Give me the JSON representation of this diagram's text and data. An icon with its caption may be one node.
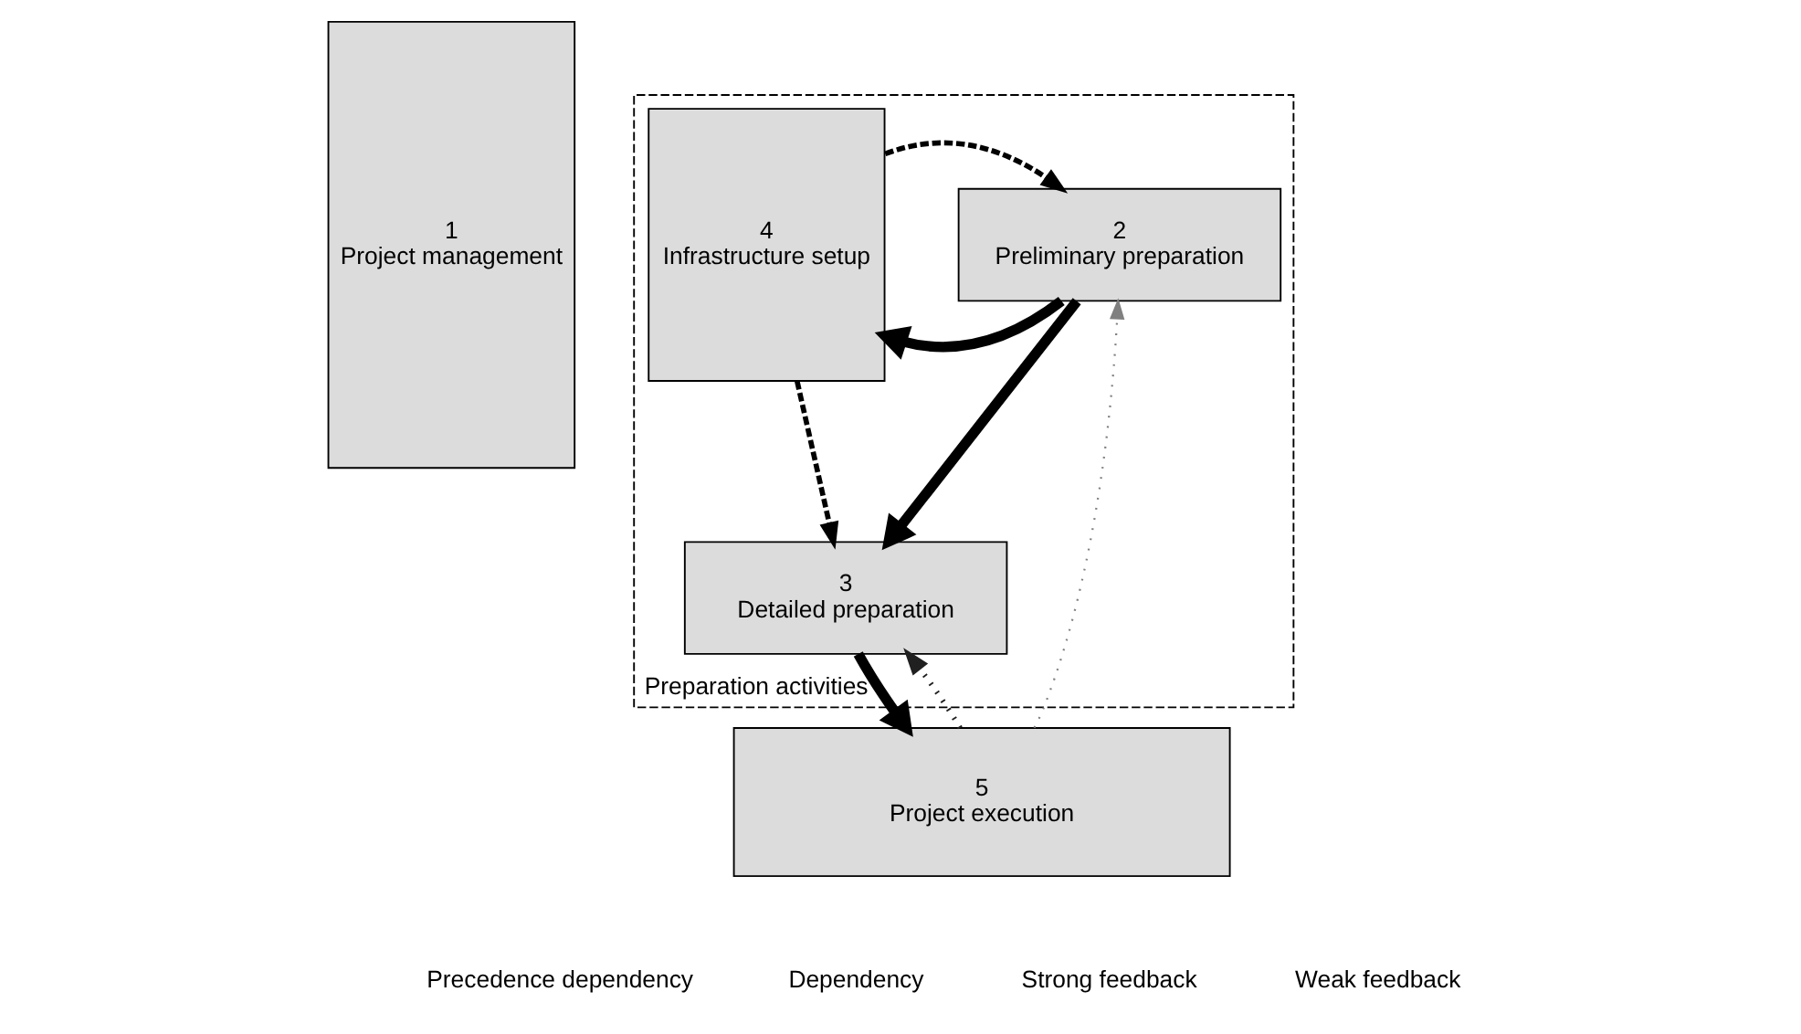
{
  "diagram": {
    "nodes": [
      {
        "text": [
          "1",
          "Project management"
        ]
      },
      {
        "text": [
          "Preparation activities"
        ]
      },
      {
        "text": [
          "4",
          "Infrastructure setup"
        ],
        "in": 1
      },
      {
        "text": [
          "2",
          "Preliminary preparation"
        ],
        "in": 1
      },
      {
        "text": [
          "3",
          "Detailed preparation"
        ],
        "in": 1
      },
      {
        "text": [
          "5",
          "Project execution"
        ]
      }
    ],
    "edges": [
      {
        "from": 3,
        "to": 2,
        "arrow": "to",
        "style": "thick"
      },
      {
        "from": 2,
        "to": 3,
        "arrow": "to",
        "style": "dashed"
      },
      {
        "from": 2,
        "to": 4,
        "arrow": "to",
        "style": "dashed"
      },
      {
        "from": 3,
        "to": 4,
        "arrow": "to",
        "style": "thick"
      },
      {
        "from": 4,
        "to": 5,
        "arrow": "to",
        "style": "thick"
      },
      {
        "from": 5,
        "to": 4,
        "arrow": "to",
        "style": "dashed",
        "color": "#202020"
      },
      {
        "from": 5,
        "to": 3,
        "arrow": "to",
        "style": "dashed",
        "color": "#808080"
      }
    ],
    "legend": [
      {
        "text": "Precedence dependency"
      },
      {
        "text": "Dependency"
      },
      {
        "text": "Strong feedback"
      },
      {
        "text": "Weak feedback"
      }
    ]
  }
}
